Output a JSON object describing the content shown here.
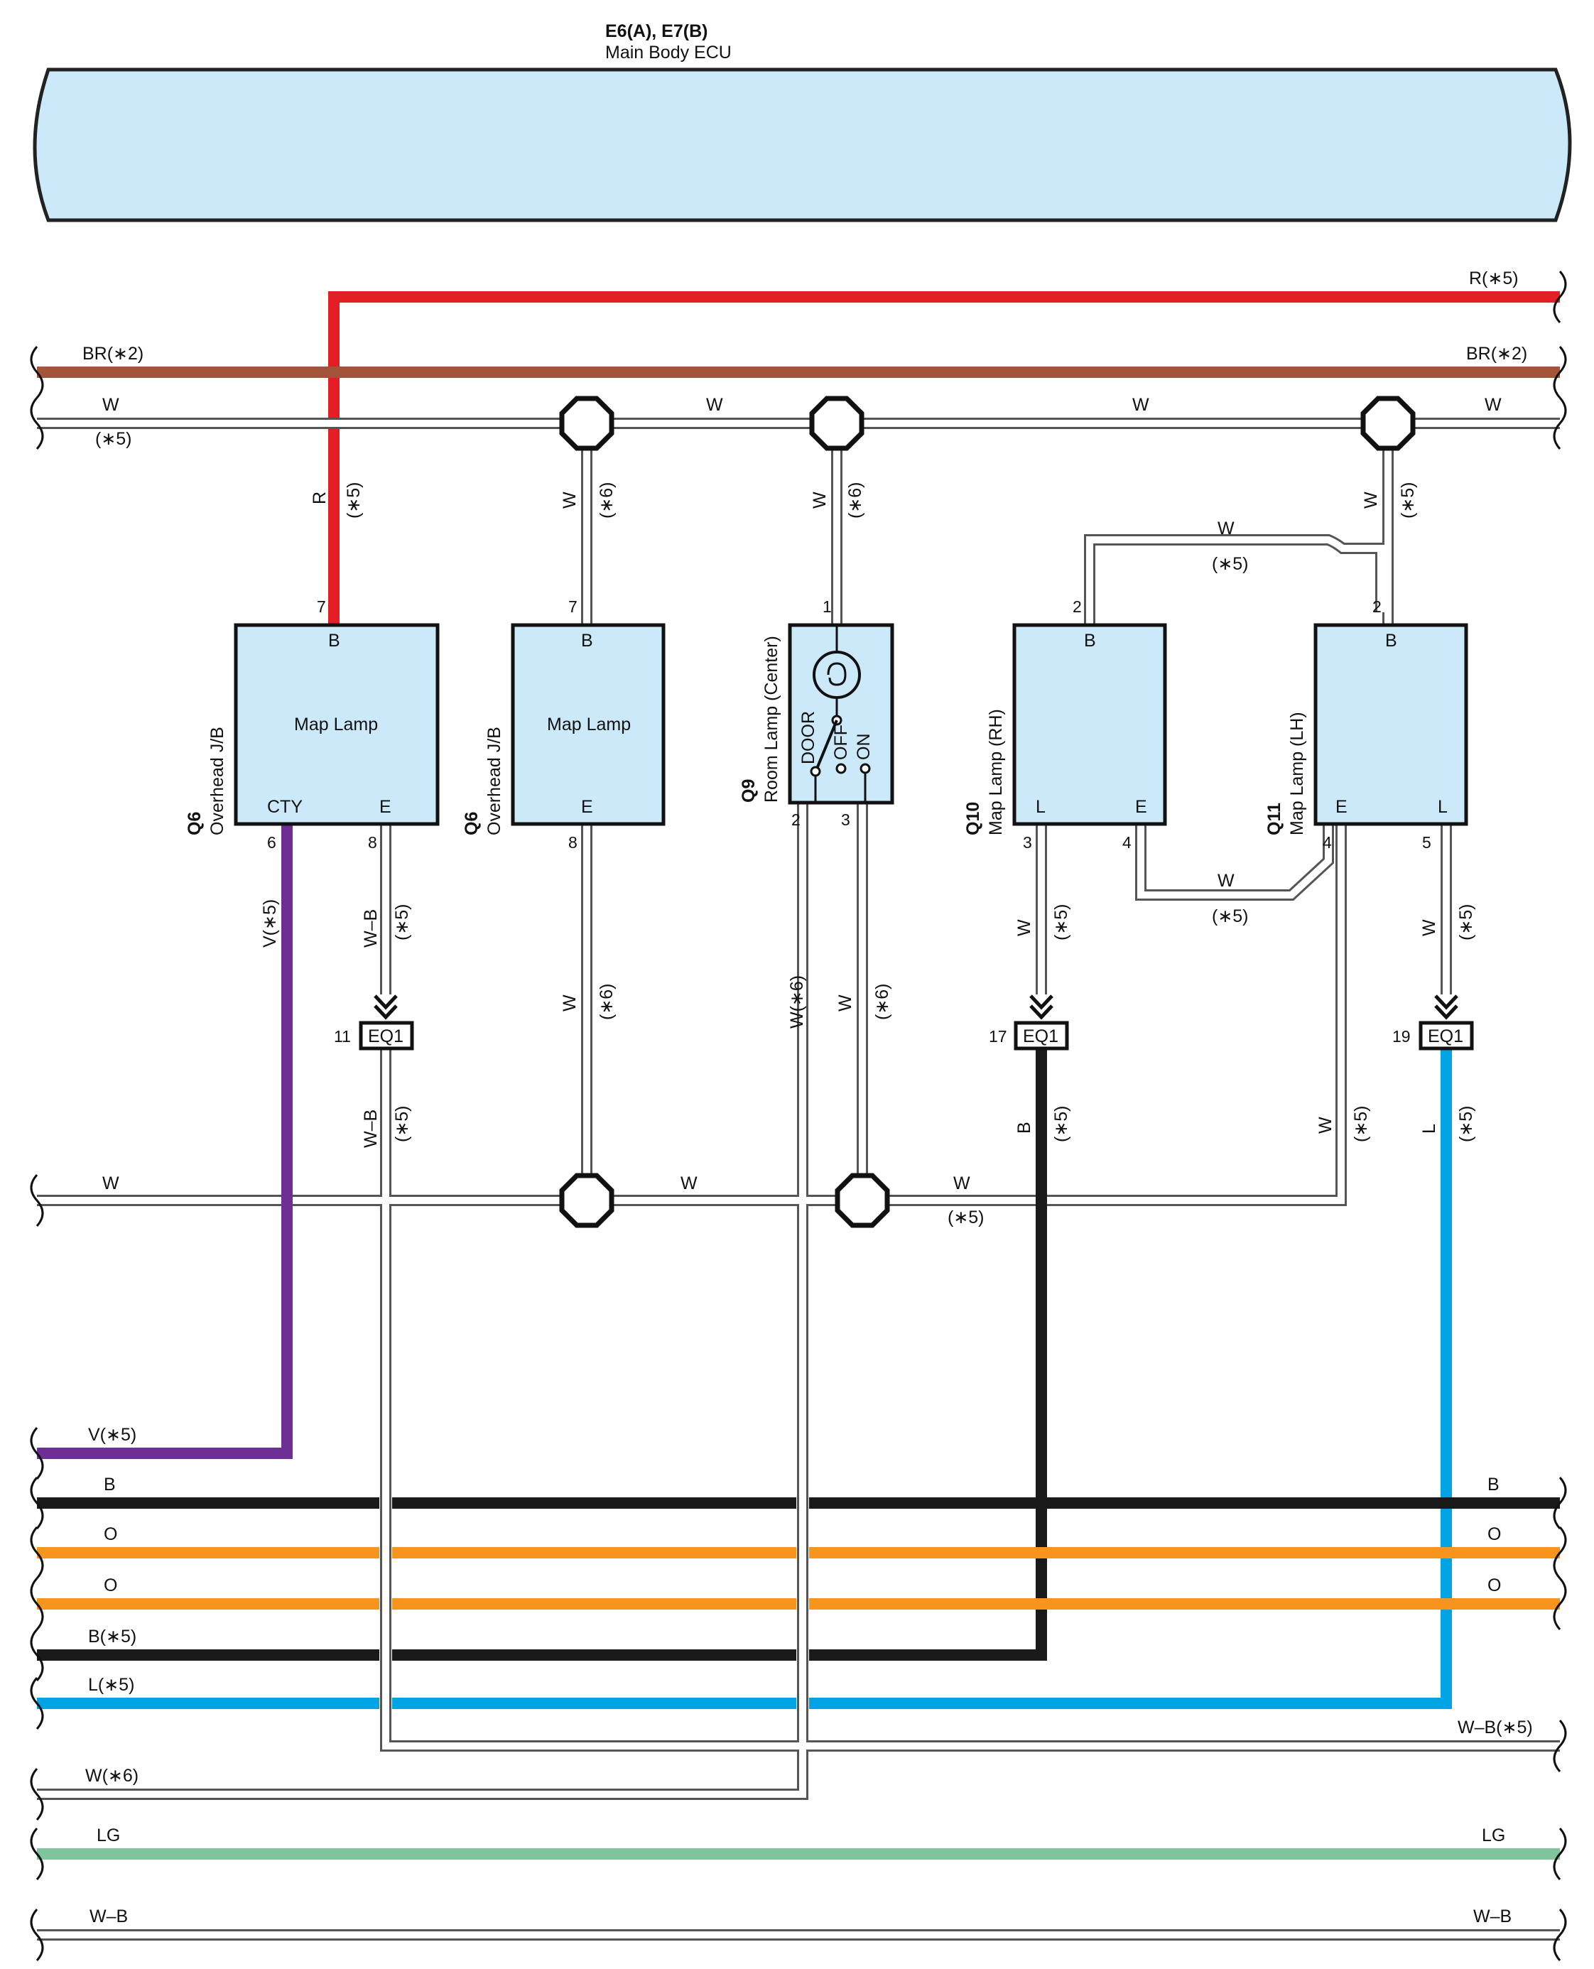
{
  "ecu": {
    "title": "E6(A), E7(B)",
    "subtitle": "Main Body ECU",
    "fill": "#cce9f9"
  },
  "colors": {
    "red": "#e31e24",
    "brown": "#a4543a",
    "purple": "#6d2f94",
    "black": "#1a1a1a",
    "orange": "#f7941e",
    "blue": "#00a3e4",
    "green": "#7fc49c",
    "white_wire": "#ffffff",
    "outline": "#555555",
    "box_fill": "#cce9f9"
  },
  "top_wires": {
    "r5_right": "R(∗5)",
    "br2_left": "BR(∗2)",
    "br2_right": "BR(∗2)",
    "w_1": "W",
    "w_2": "W",
    "w_3": "W",
    "w_4": "W",
    "n5_left": "(∗5)"
  },
  "vertical_labels": {
    "q6a_up_a": "R",
    "q6a_up_b": "(∗5)",
    "q6b_up_a": "W",
    "q6b_up_b": "(∗6)",
    "q9_up_a": "W",
    "q9_up_b": "(∗6)",
    "q11_up_a": "W",
    "q11_up_b": "(∗5)",
    "cty_a": "V(∗5)",
    "q6a_e_a": "W–B",
    "q6a_e_b": "(∗5)",
    "q6b_e_a": "W",
    "q6b_e_b": "(∗6)",
    "q9_p2": "W(∗6)",
    "q9_p3_a": "W",
    "q9_p3_b": "(∗6)",
    "q10_l_a": "W",
    "q10_l_b": "(∗5)",
    "q11_l_a": "W",
    "q11_l_b": "(∗5)",
    "eq11_a": "W–B",
    "eq11_b": "(∗5)",
    "eq17_a": "B",
    "eq17_b": "(∗5)",
    "q11_e_a": "W",
    "q11_e_b": "(∗5)",
    "eq19_a": "L",
    "eq19_b": "(∗5)"
  },
  "cross_labels": {
    "top_w": "W",
    "top_n5": "(∗5)",
    "bot_w": "W",
    "bot_n5": "(∗5)"
  },
  "mid_wires": {
    "w_1": "W",
    "w_2": "W",
    "w_3": "W",
    "n5": "(∗5)"
  },
  "components": {
    "q6a": {
      "id": "Q6",
      "desc": "Overhead J/B",
      "name": "Map Lamp",
      "pin_top": "7",
      "term_top": "B",
      "term_cty": "CTY",
      "term_e": "E",
      "pin_cty": "6",
      "pin_e": "8"
    },
    "q6b": {
      "id": "Q6",
      "desc": "Overhead J/B",
      "name": "Map Lamp",
      "pin_top": "7",
      "term_top": "B",
      "term_e": "E",
      "pin_e": "8"
    },
    "q9": {
      "id": "Q9",
      "desc": "Room Lamp (Center)",
      "pin_top": "1",
      "pin_2": "2",
      "pin_3": "3",
      "sw_door": "DOOR",
      "sw_off": "OFF",
      "sw_on": "ON"
    },
    "q10": {
      "id": "Q10",
      "desc": "Map Lamp (RH)",
      "pin_top": "2",
      "term_top": "B",
      "term_l": "L",
      "term_e": "E",
      "pin_l": "3",
      "pin_e": "4"
    },
    "q11": {
      "id": "Q11",
      "desc": "Map Lamp (LH)",
      "pin_top": "2",
      "term_top": "B",
      "term_e": "E",
      "term_l": "L",
      "pin_e": "4",
      "pin_l": "5"
    }
  },
  "connectors": {
    "c11": {
      "pin": "11",
      "name": "EQ1"
    },
    "c17": {
      "pin": "17",
      "name": "EQ1"
    },
    "c19": {
      "pin": "19",
      "name": "EQ1"
    }
  },
  "bottom_wires": {
    "v5": "V(∗5)",
    "b_left": "B",
    "b_right": "B",
    "o1_left": "O",
    "o1_right": "O",
    "o2_left": "O",
    "o2_right": "O",
    "b5": "B(∗5)",
    "l5": "L(∗5)",
    "wb5_right": "W–B(∗5)",
    "w6": "W(∗6)",
    "lg_left": "LG",
    "lg_right": "LG",
    "wb_left": "W–B",
    "wb_right": "W–B"
  }
}
